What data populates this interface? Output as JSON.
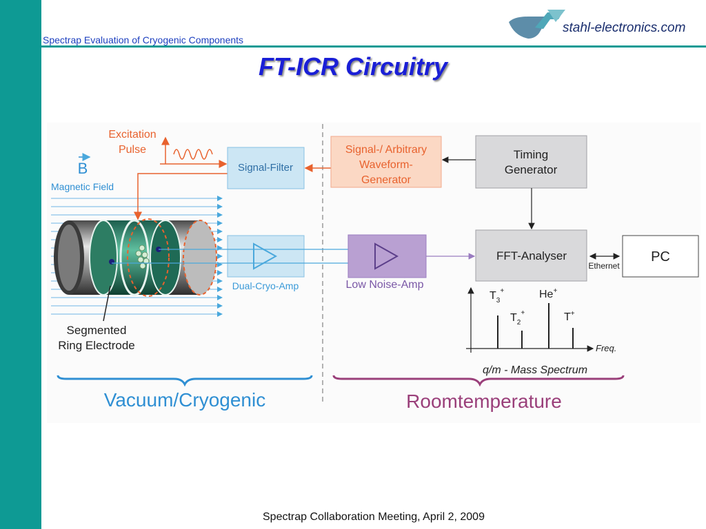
{
  "header": {
    "subtitle": "Spectrap Evaluation of Cryogenic Components",
    "logo_text": "stahl-electronics.com",
    "logo_icon": "stahl-electronics-logo"
  },
  "slide": {
    "title": "FT-ICR Circuitry"
  },
  "diagram": {
    "excitation": {
      "line1": "Excitation",
      "line2": "Pulse"
    },
    "magnetic": {
      "symbol": "B",
      "label": "Magnetic Field"
    },
    "segmented": {
      "line1": "Segmented",
      "line2": "Ring Electrode"
    },
    "signal_filter": "Signal-Filter",
    "dual_cryo_amp": "Dual-Cryo-Amp",
    "awg": {
      "line1": "Signal-/ Arbitrary",
      "line2": "Waveform-",
      "line3": "Generator"
    },
    "timing": {
      "line1": "Timing",
      "line2": "Generator"
    },
    "low_noise_amp": "Low Noise-Amp",
    "fft": "FFT-Analyser",
    "pc": "PC",
    "ethernet": "Ethernet",
    "spectrum": {
      "peaks": [
        {
          "label": "T",
          "sub": "3",
          "sup": "+"
        },
        {
          "label": "T",
          "sub": "2",
          "sup": "+"
        },
        {
          "label": "He",
          "sub": "",
          "sup": "+"
        },
        {
          "label": "T",
          "sub": "",
          "sup": "+"
        }
      ],
      "axis_label": "Freq.",
      "caption": "q/m - Mass Spectrum"
    },
    "region_left": "Vacuum/Cryogenic",
    "region_right": "Roomtemperature"
  },
  "footer": {
    "text": "Spectrap Collaboration Meeting, April 2, 2009"
  },
  "colors": {
    "sidebar": "#0e9a94",
    "title": "#1a1fd6",
    "blue_box": "#cce6f4",
    "orange_box": "#fbd8c4",
    "grey_box": "#d9d9db",
    "purple_box": "#b9a0d2",
    "left_label": "#2f8fd3",
    "right_label": "#9a3f7a",
    "excitation": "#e8622e"
  }
}
